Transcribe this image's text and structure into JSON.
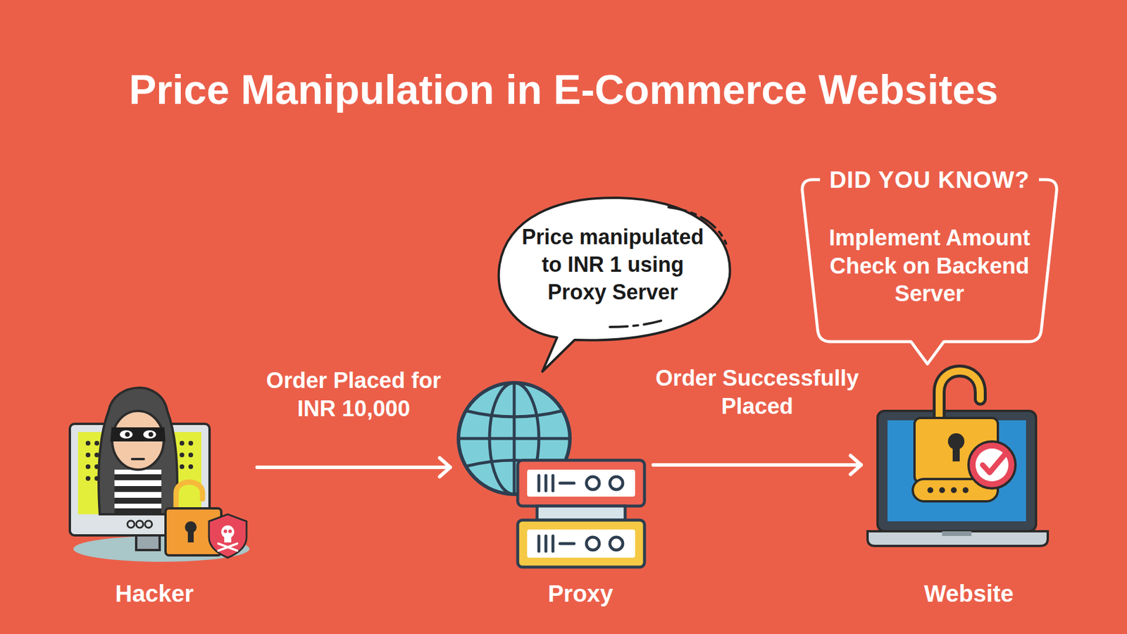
{
  "diagram": {
    "title": "Price Manipulation in E-Commerce Websites",
    "nodes": [
      {
        "text": [
          "Hacker"
        ]
      },
      {
        "text": [
          "Proxy"
        ]
      },
      {
        "text": [
          "Website"
        ]
      },
      {
        "text": [
          "Price manipulated to INR 1 using Proxy Server"
        ]
      },
      {
        "text": [
          "DID YOU KNOW?",
          "Implement Amount Check on Backend Server"
        ]
      }
    ],
    "edges": [
      {
        "from": 0,
        "to": 1,
        "label": "Order Placed for INR 10,000",
        "arrow": "to"
      },
      {
        "from": 1,
        "to": 2,
        "label": "Order Successfully Placed",
        "arrow": "to"
      }
    ]
  }
}
